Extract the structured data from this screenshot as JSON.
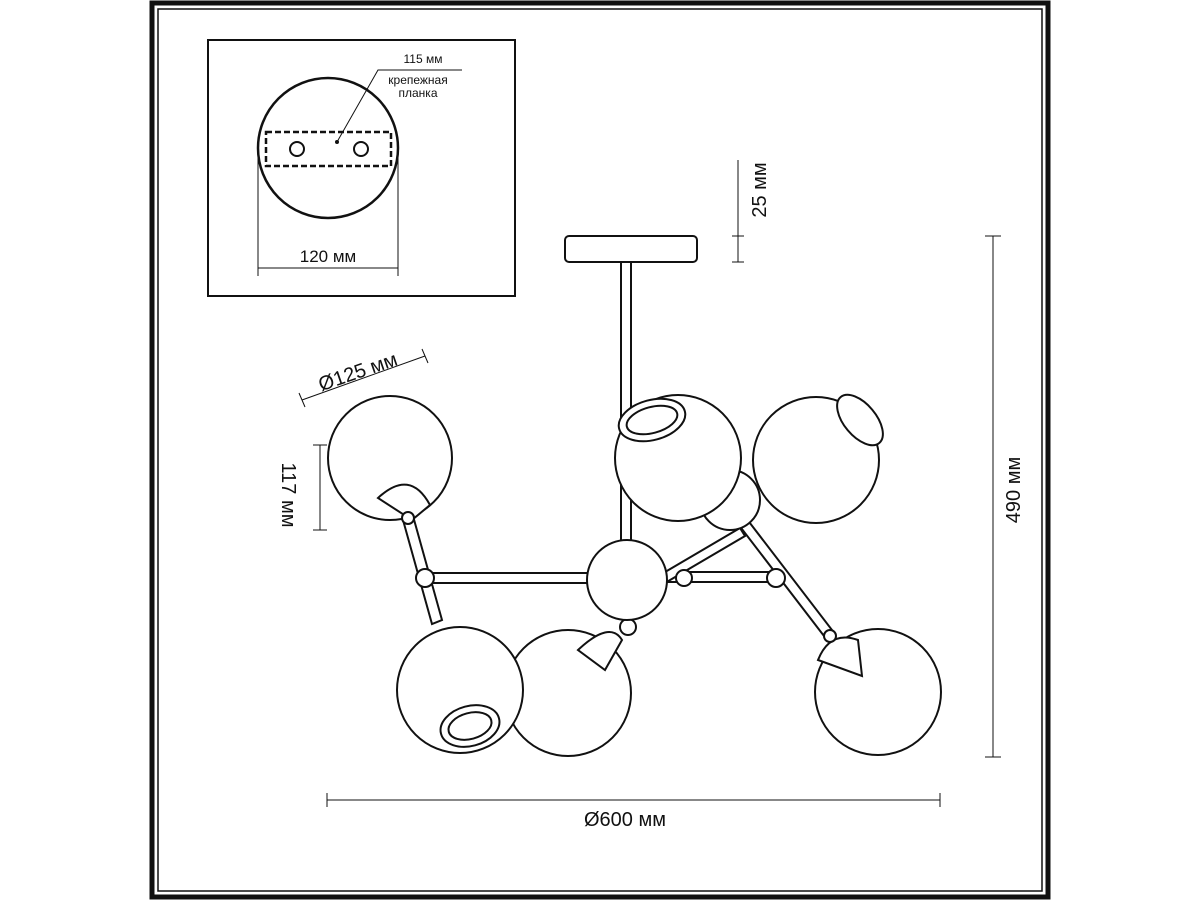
{
  "inset": {
    "plate_label": "115 мм",
    "bracket_label_line1": "крепежная",
    "bracket_label_line2": "планка",
    "canopy_diameter": "120 мм"
  },
  "dimensions": {
    "canopy_height": "25 мм",
    "total_height": "490 мм",
    "total_diameter": "Ø600 мм",
    "shade_diameter": "Ø125 мм",
    "shade_height": "117 мм"
  },
  "colors": {
    "line": "#111111",
    "background": "#ffffff"
  }
}
